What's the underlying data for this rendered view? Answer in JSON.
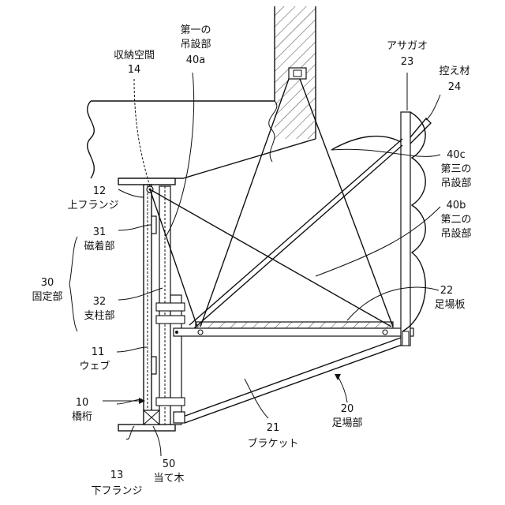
{
  "labels": {
    "storage_space": {
      "name": "収納空間",
      "num": "14"
    },
    "first_hanger": {
      "line1": "第一の",
      "line2": "吊設部",
      "num": "40a"
    },
    "morning_glory": {
      "name": "アサガオ",
      "num": "23"
    },
    "brace": {
      "name": "控え材",
      "num": "24"
    },
    "third_hanger": {
      "num": "40c",
      "line1": "第三の",
      "line2": "吊設部"
    },
    "second_hanger": {
      "num": "40b",
      "line1": "第二の",
      "line2": "吊設部"
    },
    "upper_flange": {
      "num": "12",
      "name": "上フランジ"
    },
    "magnet": {
      "num": "31",
      "name": "磁着部"
    },
    "fixing": {
      "num": "30",
      "name": "固定部"
    },
    "post": {
      "num": "32",
      "name": "支柱部"
    },
    "web": {
      "num": "11",
      "name": "ウェブ"
    },
    "girder": {
      "num": "10",
      "name": "橋桁"
    },
    "scaffold_board": {
      "num": "22",
      "name": "足場板"
    },
    "scaffold": {
      "num": "20",
      "name": "足場部"
    },
    "bracket": {
      "num": "21",
      "name": "ブラケット"
    },
    "lower_flange": {
      "num": "13",
      "name": "下フランジ"
    },
    "wood_pad": {
      "num": "50",
      "name": "当て木"
    }
  }
}
